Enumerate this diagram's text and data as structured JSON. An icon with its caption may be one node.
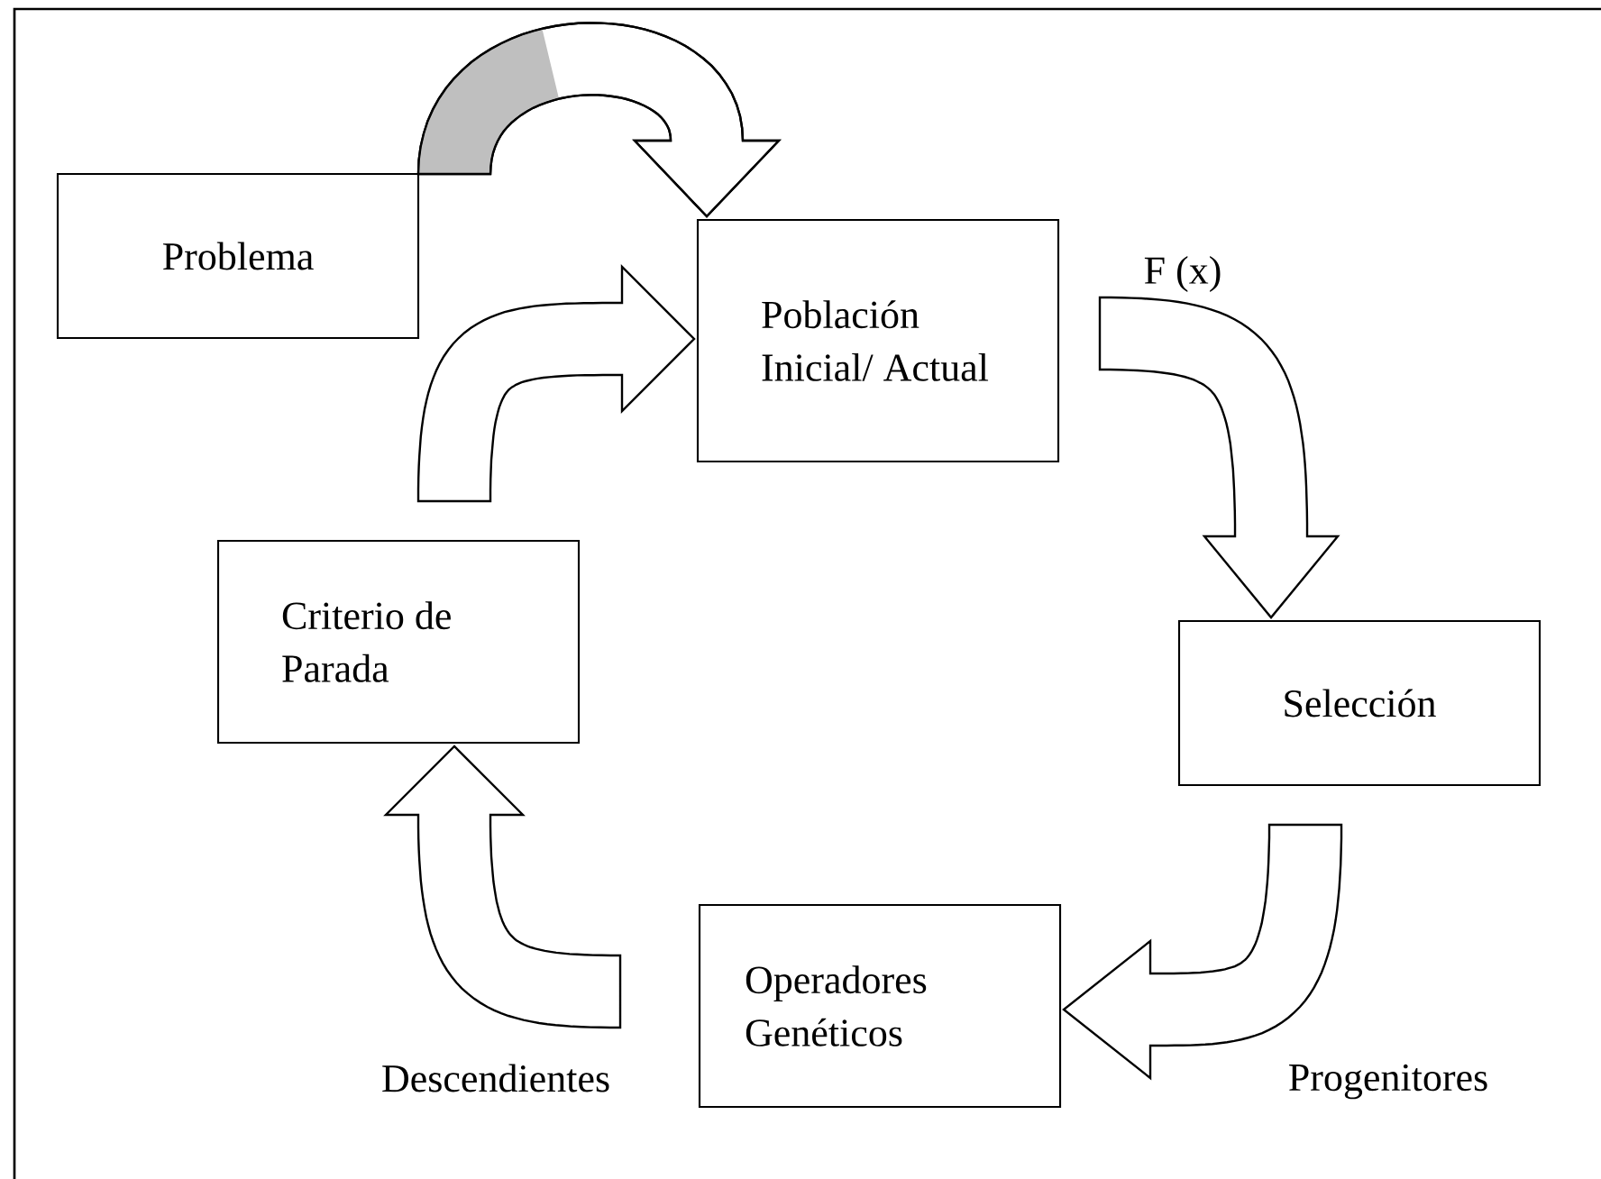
{
  "diagram": {
    "nodes": [
      {
        "text": [
          "Problema"
        ]
      },
      {
        "text": [
          "Población Inicial/ Actual"
        ]
      },
      {
        "text": [
          "Selección"
        ]
      },
      {
        "text": [
          "Operadores Genéticos"
        ]
      },
      {
        "text": [
          "Criterio de Parada"
        ]
      }
    ],
    "edges": [
      {
        "from": 0,
        "to": 1,
        "arrow": "to"
      },
      {
        "from": 1,
        "to": 2,
        "arrow": "to",
        "label": "F (x)"
      },
      {
        "from": 2,
        "to": 3,
        "arrow": "to",
        "label": "Progenitores"
      },
      {
        "from": 3,
        "to": 4,
        "arrow": "to",
        "label": "Descendientes"
      },
      {
        "from": 4,
        "to": 1,
        "arrow": "to"
      }
    ]
  }
}
